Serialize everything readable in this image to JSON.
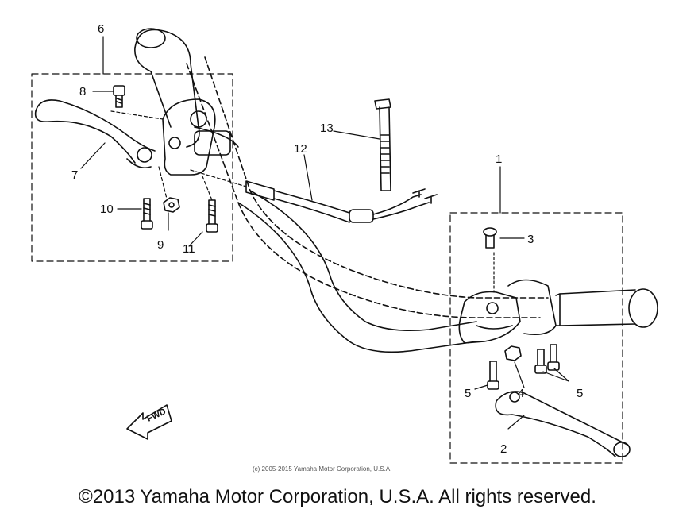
{
  "callouts": {
    "c1": "1",
    "c2": "2",
    "c3": "3",
    "c4": "4",
    "c5a": "5",
    "c5b": "5",
    "c6": "6",
    "c7": "7",
    "c8": "8",
    "c9": "9",
    "c10": "10",
    "c11": "11",
    "c12": "12",
    "c13": "13"
  },
  "fwd_mark": "FWD",
  "diagram_copyright": "(c) 2005-2015 Yamaha Motor Corporation, U.S.A.",
  "footer_copyright": "©2013 Yamaha Motor Corporation, U.S.A. All rights reserved.",
  "colors": {
    "line": "#111111",
    "background": "#ffffff"
  }
}
